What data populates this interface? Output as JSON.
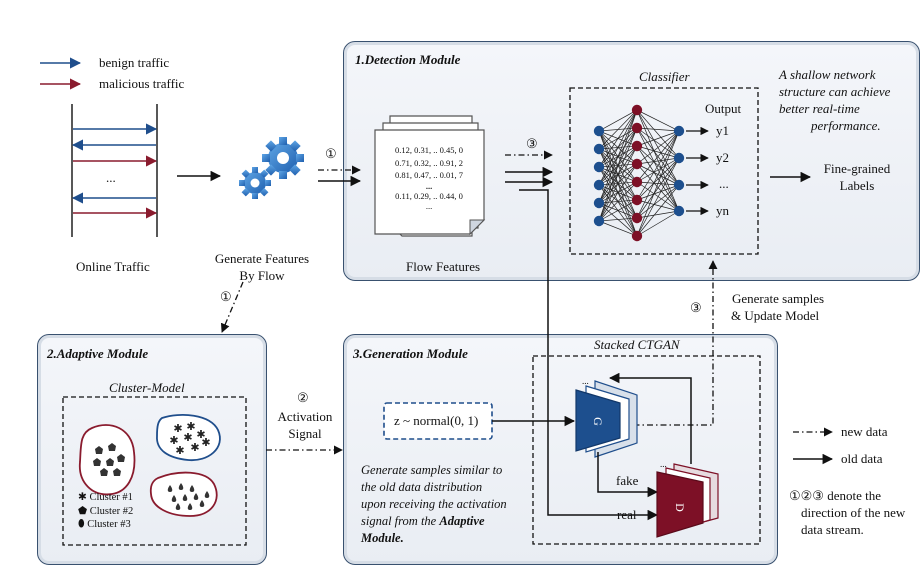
{
  "legend": {
    "benign": "benign traffic",
    "malicious": "malicious traffic",
    "new_data": "new data",
    "old_data": "old data",
    "note": [
      "①②③ denote the",
      "direction of the new",
      "data stream."
    ]
  },
  "online": {
    "label": "Online Traffic",
    "dots": "..."
  },
  "gen_features": [
    "Generate Features",
    "By Flow"
  ],
  "markers": {
    "one": "①",
    "two": "②",
    "three": "③"
  },
  "detection": {
    "title": "1.Detection Module",
    "flow_features_label": "Flow Features",
    "flow_rows": [
      "0.12, 0.31, .. 0.45, 0",
      "0.71, 0.32, .. 0.91, 2",
      "0.81, 0.47, .. 0.01, 7",
      "...",
      "0.11, 0.29, .. 0.44, 0",
      "..."
    ],
    "classifier_label": "Classifier",
    "output_label": "Output",
    "outputs": [
      "y1",
      "y2",
      "...",
      "yn"
    ],
    "fine_grained": [
      "Fine-grained",
      "Labels"
    ],
    "shallow_note": [
      "A shallow network",
      "structure can achieve",
      "better real-time",
      "performance."
    ]
  },
  "update": [
    "Generate samples",
    "& Update Model"
  ],
  "adaptive": {
    "title": "2.Adaptive Module",
    "cluster_model": "Cluster-Model",
    "clusters": [
      "Cluster #1",
      "Cluster #2",
      "Cluster #3"
    ]
  },
  "activation": [
    "Activation",
    "Signal"
  ],
  "generation": {
    "title": "3.Generation Module",
    "stacked": "Stacked CTGAN",
    "noise": "z ~ normal(0, 1)",
    "G": "G",
    "D": "D",
    "fake": "fake",
    "real": "real",
    "description": [
      "Generate samples similar to",
      "the old data distribution",
      "upon receiving the activation",
      "signal from the "
    ],
    "description_bold": "Adaptive",
    "description_last": "Module."
  },
  "colors": {
    "benign": "#1f4e8c",
    "malicious": "#8a1b2e",
    "module_border": "#39516f",
    "node_blue": "#1d4f8e",
    "node_red": "#7d1026"
  }
}
